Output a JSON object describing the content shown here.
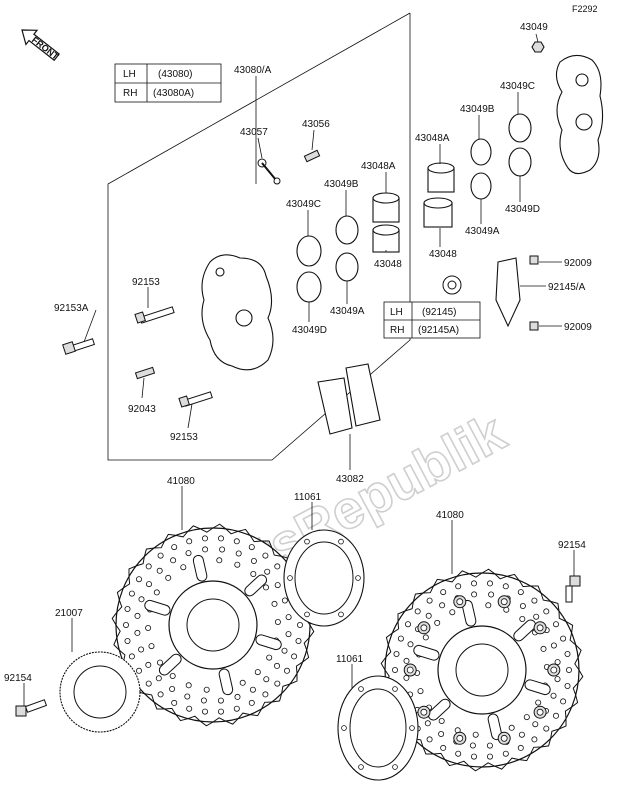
{
  "figure_code": "F2292",
  "front_indicator": "FRONT",
  "watermark": "PartsRepublik",
  "labels": {
    "p43049_top": "43049",
    "p43080a": "43080/A",
    "p43049c_r": "43049C",
    "p43049b_r": "43049B",
    "p43057": "43057",
    "p43056": "43056",
    "p43048a_r": "43048A",
    "p43048a_m": "43048A",
    "p43049b_m": "43049B",
    "p43049c_m": "43049C",
    "p43049d_r": "43049D",
    "p43049a_r": "43049A",
    "p43048_r": "43048",
    "p43048_m": "43048",
    "p92153_top": "92153",
    "p92153a": "92153A",
    "p43049a_m": "43049A",
    "p43049d_m": "43049D",
    "p92009_top": "92009",
    "p92145a": "92145/A",
    "p92009_bot": "92009",
    "p92043": "92043",
    "p92153_bot": "92153",
    "p43082": "43082",
    "p41080_l": "41080",
    "p11061_top": "11061",
    "p41080_r": "41080",
    "p92154_r": "92154",
    "p21007": "21007",
    "p11061_bot": "11061",
    "p92154_l": "92154"
  },
  "caliper_table": {
    "rows": [
      {
        "side": "LH",
        "part": "(43080)"
      },
      {
        "side": "RH",
        "part": "(43080A)"
      }
    ]
  },
  "bracket_table": {
    "rows": [
      {
        "side": "LH",
        "part": "(92145)"
      },
      {
        "side": "RH",
        "part": "(92145A)"
      }
    ]
  }
}
